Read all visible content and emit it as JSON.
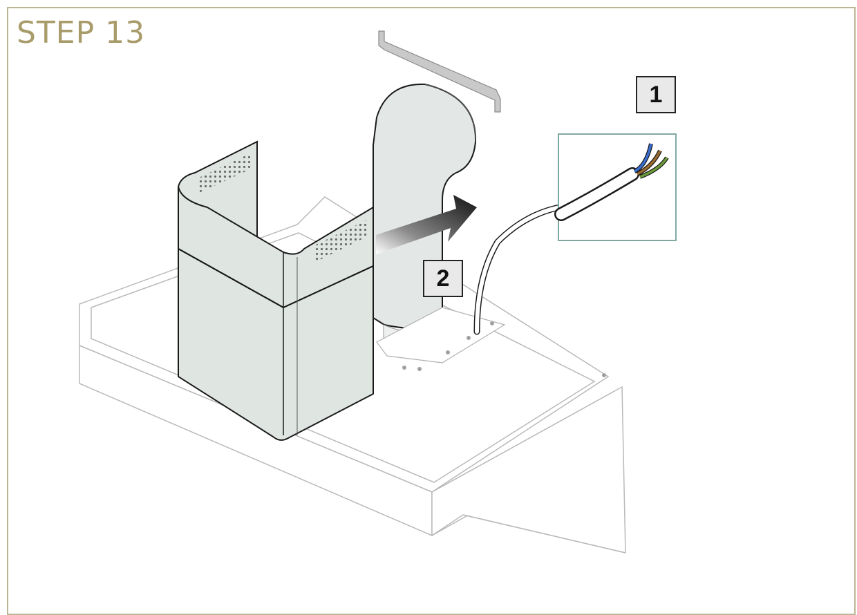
{
  "title": "STEP 13",
  "callouts": [
    {
      "label": "1"
    },
    {
      "label": "2"
    }
  ],
  "colors": {
    "frame_border": "#bdb693",
    "title_text": "#a89c6a",
    "chimney_fill": "#dfe6e2",
    "outline": "#1a1a1a",
    "hood_line": "#b9b9b9",
    "wire_blue": "#3a6fd0",
    "wire_brown": "#9a6a2e",
    "wire_green": "#6a9a3a"
  }
}
